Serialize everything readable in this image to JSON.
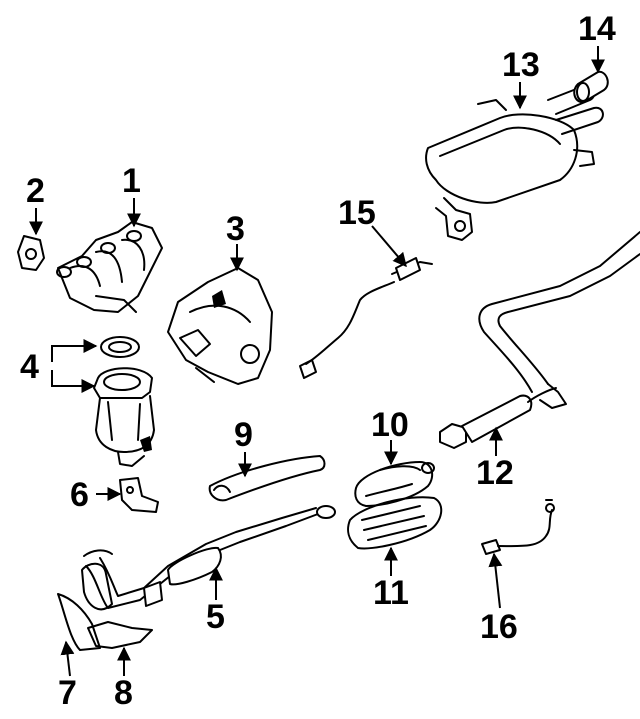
{
  "callouts": [
    {
      "id": "1",
      "label": "1"
    },
    {
      "id": "2",
      "label": "2"
    },
    {
      "id": "3",
      "label": "3"
    },
    {
      "id": "4",
      "label": "4"
    },
    {
      "id": "5",
      "label": "5"
    },
    {
      "id": "6",
      "label": "6"
    },
    {
      "id": "7",
      "label": "7"
    },
    {
      "id": "8",
      "label": "8"
    },
    {
      "id": "9",
      "label": "9"
    },
    {
      "id": "10",
      "label": "10"
    },
    {
      "id": "11",
      "label": "11"
    },
    {
      "id": "12",
      "label": "12"
    },
    {
      "id": "13",
      "label": "13"
    },
    {
      "id": "14",
      "label": "14"
    },
    {
      "id": "15",
      "label": "15"
    },
    {
      "id": "16",
      "label": "16"
    }
  ],
  "colors": {
    "line": "#000000",
    "background": "#ffffff"
  }
}
